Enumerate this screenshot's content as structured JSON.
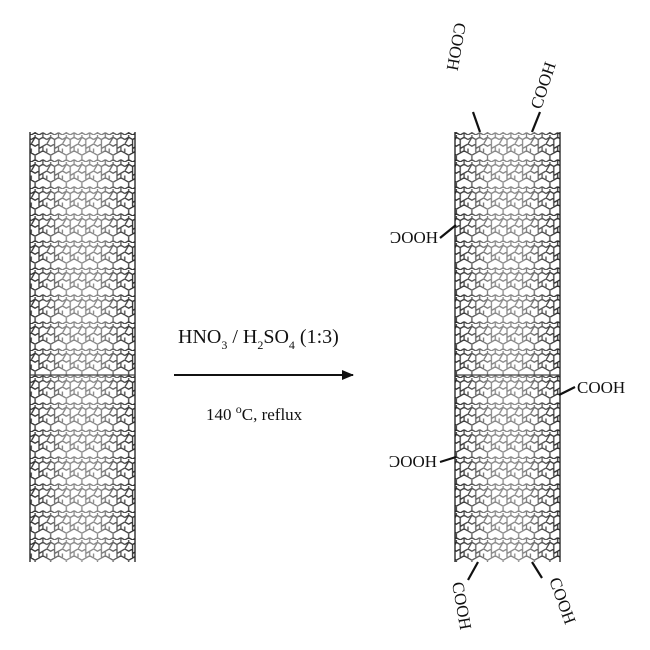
{
  "reaction": {
    "reagent": {
      "part1": "HNO",
      "sub1": "3",
      "part2": " / H",
      "sub2": "2",
      "part3": "SO",
      "sub3": "4",
      "part4": " (1:3)"
    },
    "conditions": {
      "temp": "140 ",
      "deg": "o",
      "rest": "C, reflux"
    }
  },
  "product_groups": [
    "COOH",
    "COOH",
    "HOOC",
    "COOH",
    "HOOC",
    "COOH",
    "COOH"
  ]
}
